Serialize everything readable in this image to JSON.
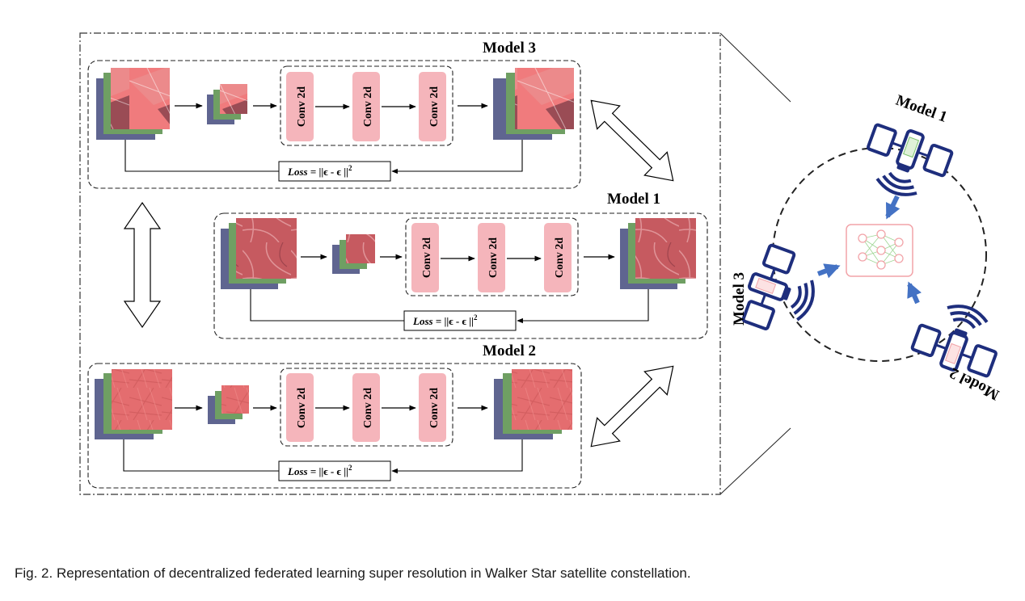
{
  "models": {
    "top": {
      "title": "Model 3"
    },
    "middle": {
      "title": "Model 1"
    },
    "bottom": {
      "title": "Model 2"
    }
  },
  "layer_label": "Conv 2d",
  "loss": {
    "prefix": "Loss",
    "formula": " = ||ϵ  - ϵ ||",
    "exponent": "2"
  },
  "constellation": {
    "sat_top_label": "Model 1",
    "sat_left_label": "Model 3",
    "sat_right_label": "Model 2"
  },
  "caption": "Fig. 2. Representation of decentralized federated learning super resolution in Walker Star satellite constellation.",
  "colors": {
    "conv_fill": "#f5b5bb",
    "image_red": "#e46d6f",
    "image_green": "#6f9f63",
    "image_blue": "#5f6590",
    "satellite": "#1e2e7d",
    "arrow_blue": "#4472c4"
  }
}
